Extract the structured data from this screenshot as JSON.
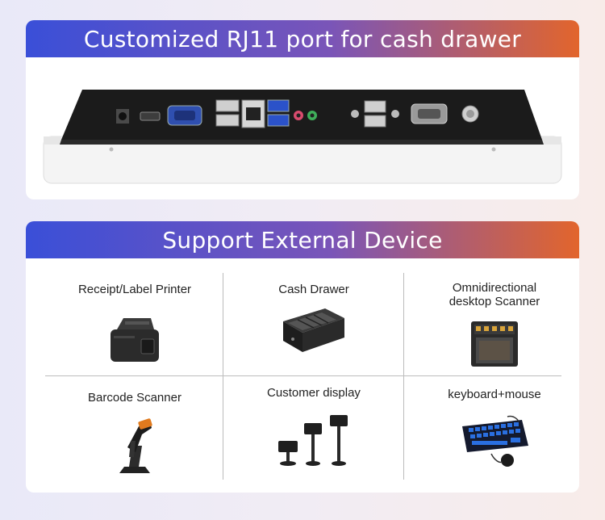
{
  "ports_card": {
    "title": "Customized RJ11 port for cash drawer"
  },
  "devices_card": {
    "title": "Support External Device",
    "items": [
      {
        "label": "Receipt/Label Printer",
        "icon": "printer-icon"
      },
      {
        "label": "Cash Drawer",
        "icon": "cash-drawer-icon"
      },
      {
        "label": "Omnidirectional\ndesktop Scanner",
        "icon": "desktop-scanner-icon"
      },
      {
        "label": "Barcode Scanner",
        "icon": "barcode-scanner-icon"
      },
      {
        "label": "Customer display",
        "icon": "customer-display-icon"
      },
      {
        "label": "keyboard+mouse",
        "icon": "keyboard-mouse-icon"
      }
    ]
  },
  "colors": {
    "header_gradient_start": "#3a4fd8",
    "header_gradient_end": "#e2652c"
  }
}
